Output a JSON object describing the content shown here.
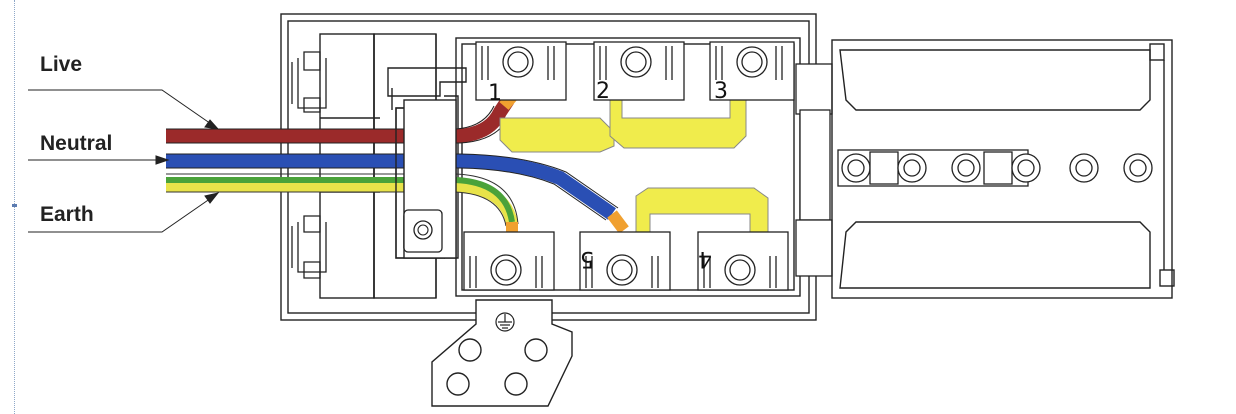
{
  "labels": {
    "live": "Live",
    "neutral": "Neutral",
    "earth": "Earth"
  },
  "terminals": [
    "1",
    "2",
    "3",
    "5",
    "4"
  ],
  "colors": {
    "live_wire": "#9b2a2a",
    "neutral_wire": "#2a4fb4",
    "earth_green": "#4aa23a",
    "earth_yellow": "#e8e34a",
    "link_plate": "#f0ec4c",
    "wire_tip": "#f0a030"
  },
  "icons": {
    "earth_symbol": "ground-symbol-icon"
  }
}
